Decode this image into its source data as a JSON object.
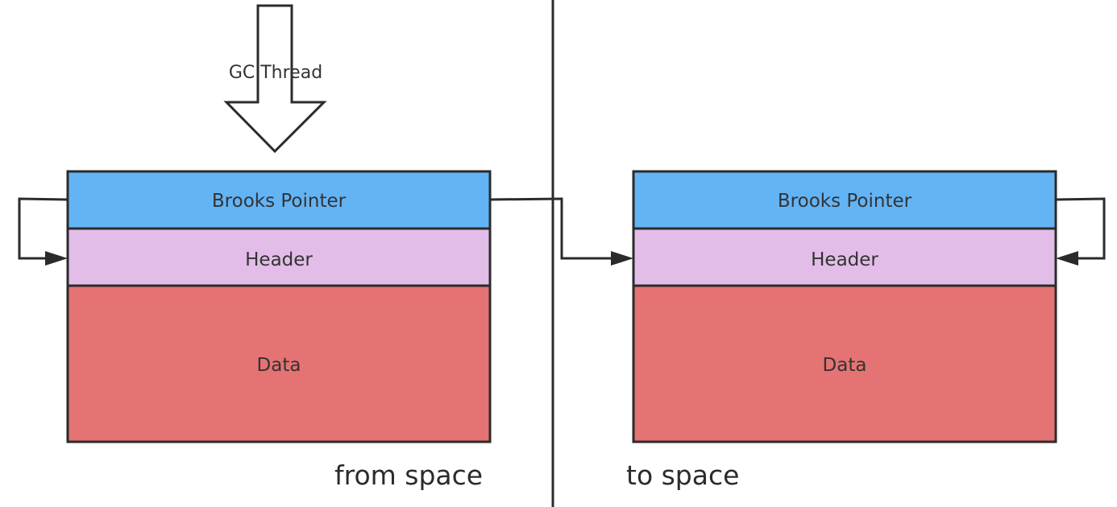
{
  "gc_thread": {
    "label": "GC Thread"
  },
  "from_object": {
    "brooks_pointer": "Brooks Pointer",
    "header": "Header",
    "data": "Data"
  },
  "to_object": {
    "brooks_pointer": "Brooks Pointer",
    "header": "Header",
    "data": "Data"
  },
  "spaces": {
    "from_label": "from space",
    "to_label": "to space"
  },
  "colors": {
    "brooks_pointer_fill": "#63b4f5",
    "header_fill": "#e2bde8",
    "data_fill": "#e57373",
    "stroke": "#2b2b2b"
  }
}
